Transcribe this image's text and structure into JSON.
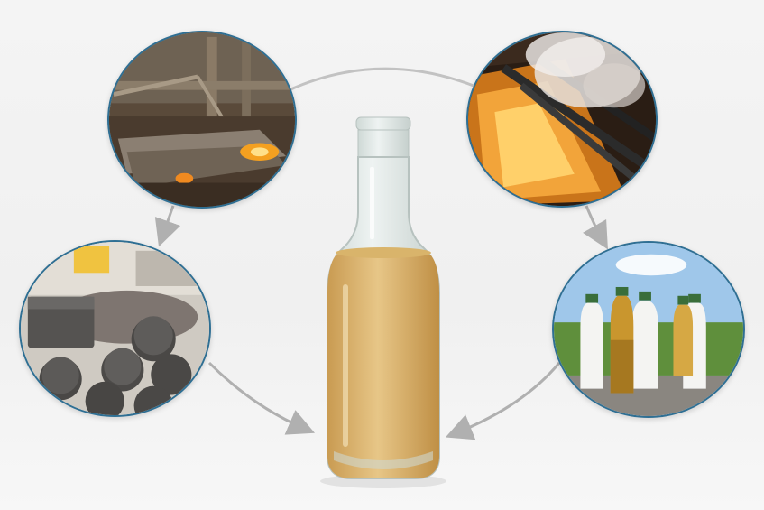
{
  "scene": {
    "description_icons": [
      "furnace-photo",
      "embers-photo",
      "bricks-photo",
      "milk-bottles-photo",
      "glass-bottle-photo"
    ],
    "colors": {
      "background": "#f2f2f2",
      "circle_border": "#2f6f93",
      "arrow": "#b0b0b0",
      "liquid": "#d9b46b",
      "glass": "#dfe8e6"
    }
  }
}
